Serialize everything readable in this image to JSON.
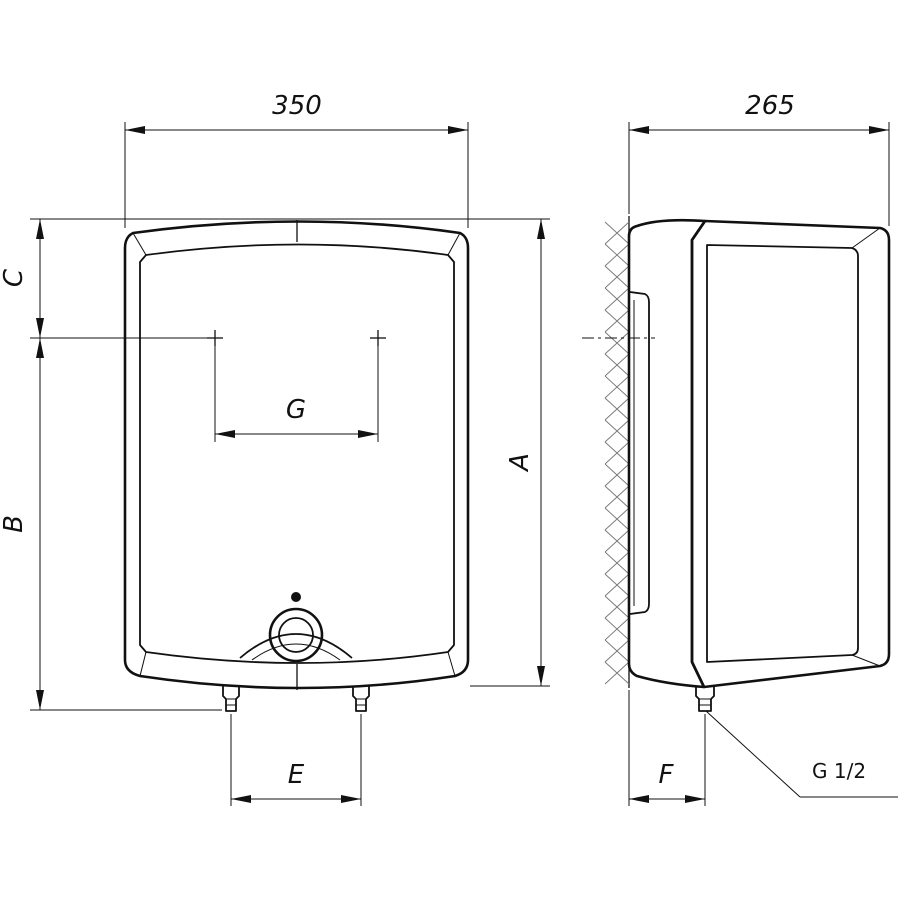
{
  "dimensions": {
    "width": "350",
    "depth": "265",
    "a": "A",
    "b": "B",
    "c": "C",
    "e": "E",
    "f": "F",
    "g": "G"
  },
  "callouts": {
    "pipe_thread": "G 1/2"
  }
}
